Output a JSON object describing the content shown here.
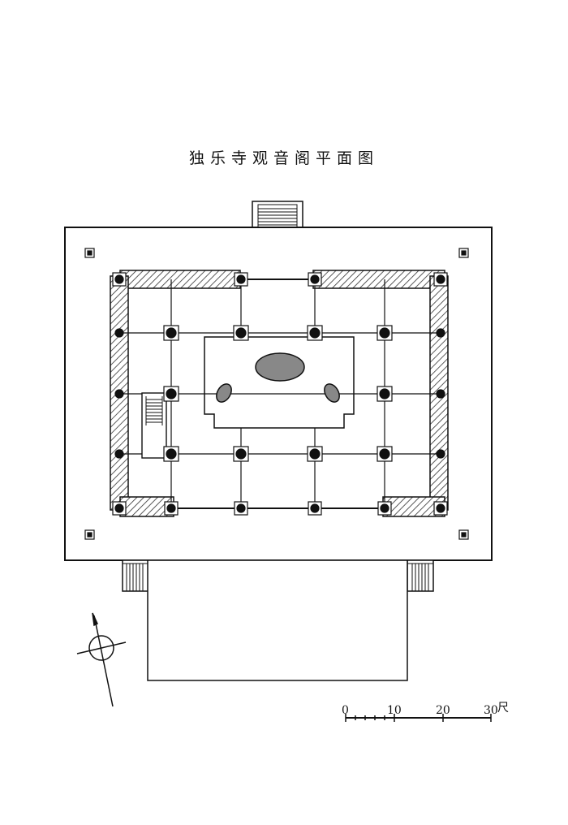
{
  "title": "独乐寺观音阁平面图",
  "scale": {
    "ticks": [
      "0",
      "10",
      "20",
      "30"
    ],
    "unit": "尺"
  },
  "icons": {
    "compass": "north-arrow-icon",
    "column": "column-base-icon",
    "statue": "statue-pedestal-icon",
    "stair": "stair-icon"
  },
  "colors": {
    "ink": "#111111",
    "paper": "#ffffff",
    "hatch": "#555555"
  }
}
